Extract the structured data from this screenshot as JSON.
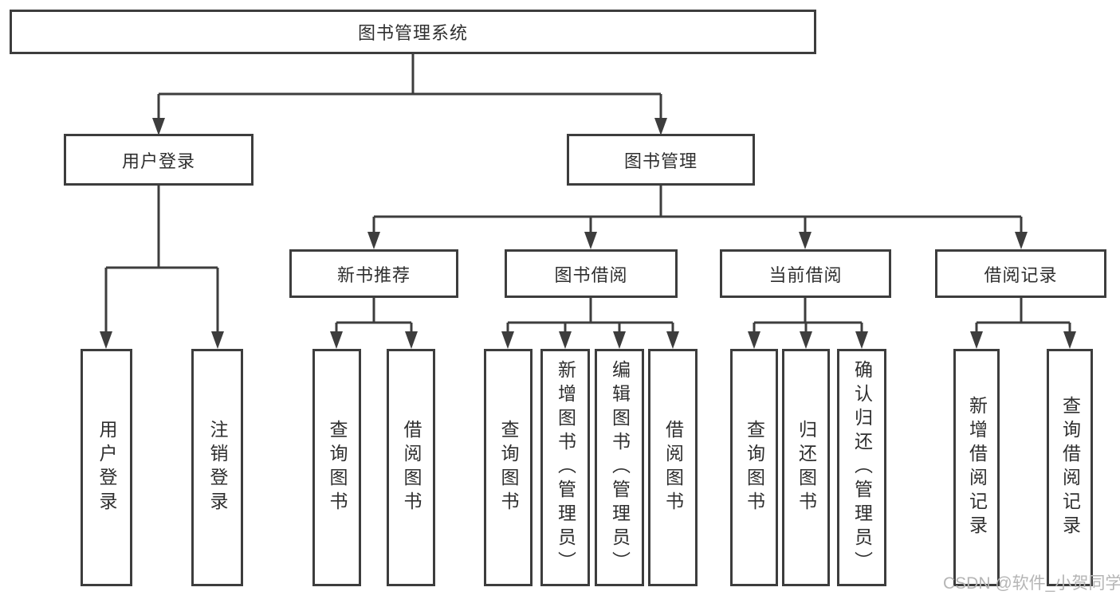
{
  "tree": {
    "label": "图书管理系统",
    "children": [
      {
        "label": "用户登录",
        "children": [
          {
            "label": "用户登录"
          },
          {
            "label": "注销登录"
          }
        ]
      },
      {
        "label": "图书管理",
        "children": [
          {
            "label": "新书推荐",
            "children": [
              {
                "label": "查询图书"
              },
              {
                "label": "借阅图书"
              }
            ]
          },
          {
            "label": "图书借阅",
            "children": [
              {
                "label": "查询图书"
              },
              {
                "label": "新增图书（管理员）"
              },
              {
                "label": "编辑图书（管理员）"
              },
              {
                "label": "借阅图书"
              }
            ]
          },
          {
            "label": "当前借阅",
            "children": [
              {
                "label": "查询图书"
              },
              {
                "label": "归还图书"
              },
              {
                "label": "确认归还（管理员）"
              }
            ]
          },
          {
            "label": "借阅记录",
            "children": [
              {
                "label": "新增借阅记录"
              },
              {
                "label": "查询借阅记录"
              }
            ]
          }
        ]
      }
    ]
  },
  "watermark": {
    "text": "CSDN @软件_小贺同学"
  },
  "colors": {
    "line": "#3d3d3d",
    "border": "#3d3d3d",
    "text": "#2f2f2f",
    "watermark": "#b5b5b5"
  }
}
